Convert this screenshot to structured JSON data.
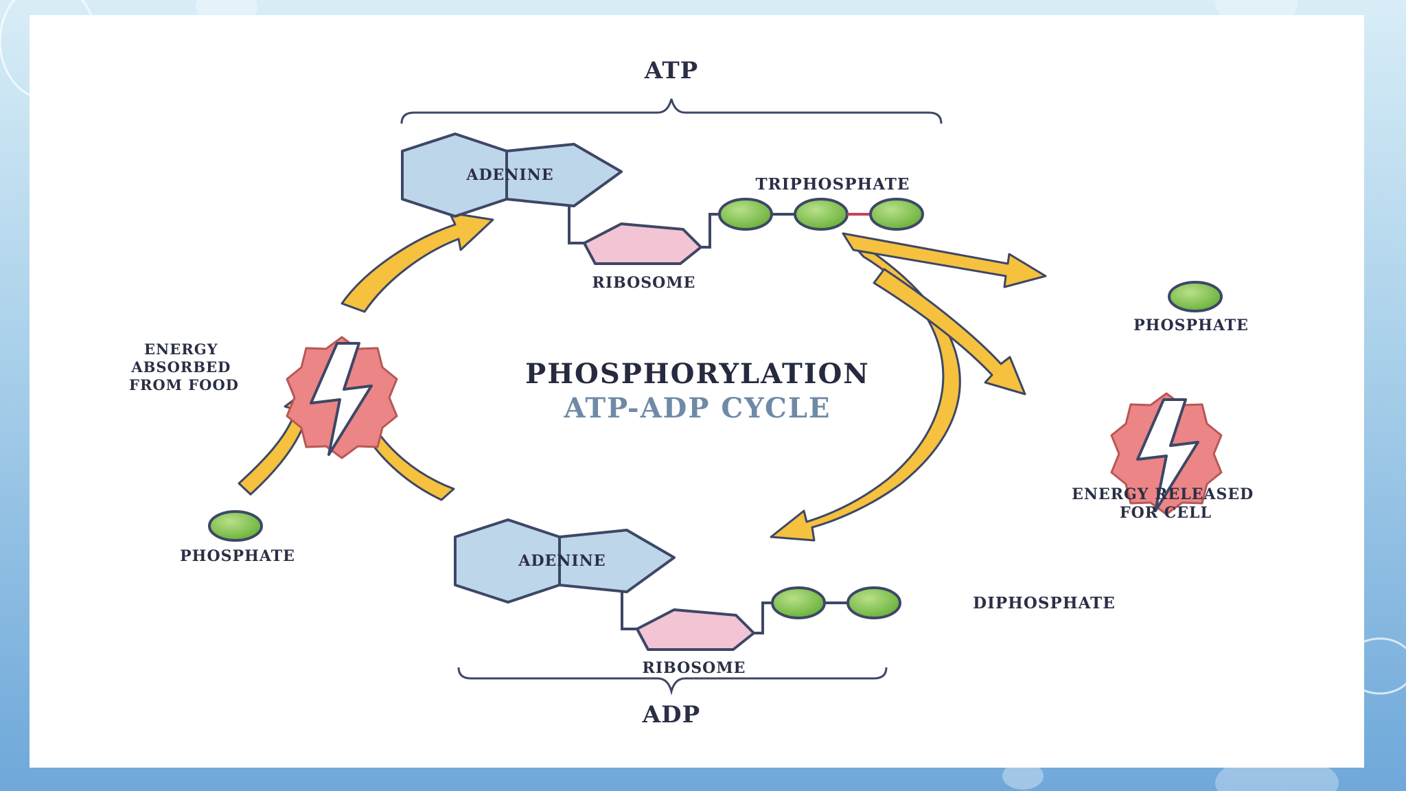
{
  "diagram": {
    "top_group_label": "ATP",
    "bottom_group_label": "ADP",
    "atp": {
      "adenine_label": "ADENINE",
      "ribose_label": "RIBOSOME",
      "phosphate_group_label": "TRIPHOSPHATE"
    },
    "adp": {
      "adenine_label": "ADENINE",
      "ribose_label": "RIBOSOME",
      "phosphate_group_label": "DIPHOSPHATE"
    },
    "center": {
      "title": "PHOSPHORYLATION",
      "subtitle": "ATP-ADP CYCLE"
    },
    "left": {
      "energy_label": [
        "ENERGY",
        "ABSORBED",
        "FROM FOOD"
      ],
      "phosphate_label": "PHOSPHATE"
    },
    "right": {
      "phosphate_label": "PHOSPHATE",
      "energy_label": [
        "ENERGY RELEASED",
        "FOR CELL"
      ]
    },
    "colors": {
      "adenine_fill": "#bed6ea",
      "ribose_fill": "#f3c4d4",
      "phosphate_fill": "#7fc24a",
      "arrow_fill": "#f5c13e",
      "energy_badge_fill": "#ec8585",
      "outline": "#3d4766"
    }
  }
}
